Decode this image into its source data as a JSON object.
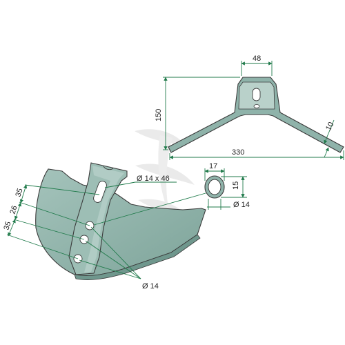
{
  "colors": {
    "part_fill": "#8fb3aa",
    "part_shadow": "#6f978d",
    "part_highlight": "#c3d8d2",
    "dimension_line": "#1f7a4a",
    "watermark": "#e6e6e6",
    "background": "#ffffff"
  },
  "icons": {
    "watermark": "brand-logo-watermark"
  },
  "top_view": {
    "width_dim": "48",
    "height_dim": "150",
    "span_dim": "330",
    "thickness_dim": "10"
  },
  "ring": {
    "outer_dim": "17",
    "height_dim": "15",
    "inner_dim": "Ø 14"
  },
  "blade": {
    "slot_dim": "Ø 14 x 46",
    "spacing_top": "35",
    "spacing_mid": "26",
    "spacing_bottom": "35",
    "hole_dim": "Ø 14"
  }
}
